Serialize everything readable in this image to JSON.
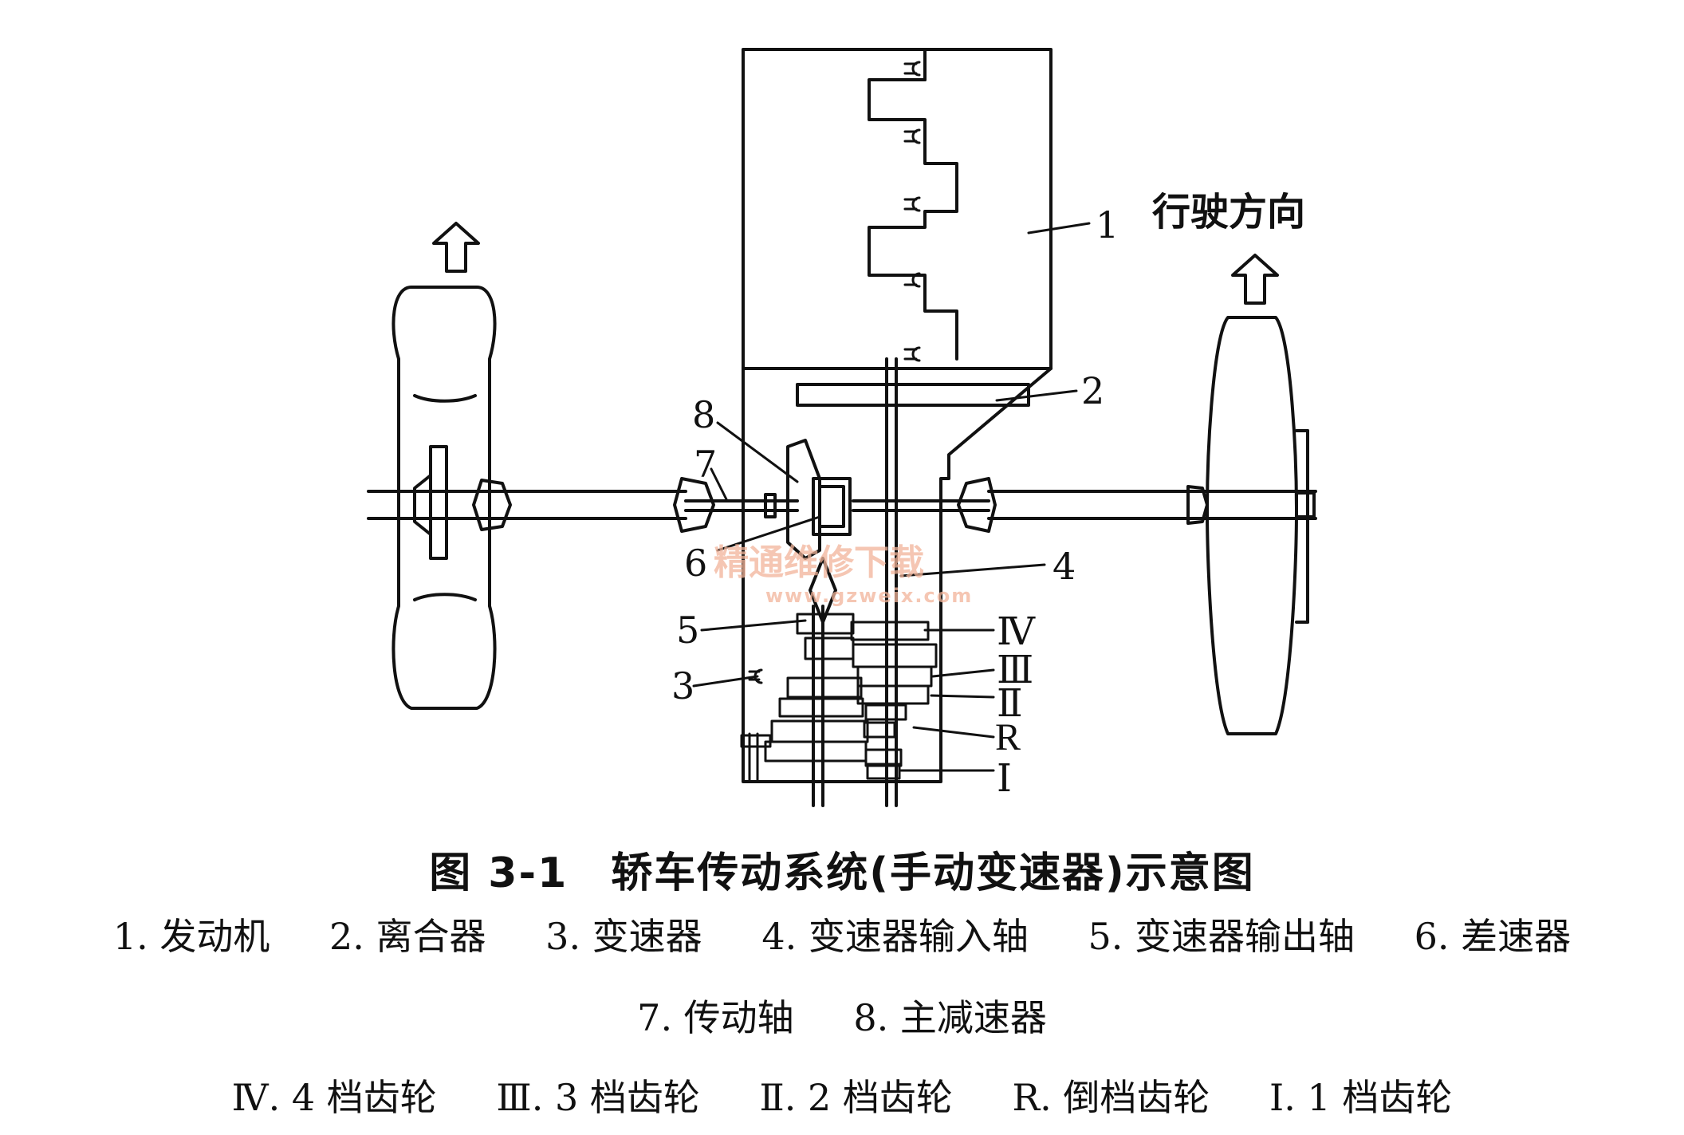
{
  "labels": {
    "c1": "1",
    "c2": "2",
    "c3": "3",
    "c4": "4",
    "c5": "5",
    "c6": "6",
    "c7": "7",
    "c8": "8",
    "g4": "Ⅳ",
    "g3": "Ⅲ",
    "g2": "Ⅱ",
    "gr": "R",
    "g1": "Ⅰ"
  },
  "direction_label": "行驶方向",
  "watermark": {
    "text": "精通维修下载",
    "url": "www.gzweix.com"
  },
  "figure_title": "图 3-1　轿车传动系统(手动变速器)示意图",
  "legend": {
    "row1": [
      "1. 发动机",
      "2. 离合器",
      "3. 变速器",
      "4. 变速器输入轴",
      "5. 变速器输出轴",
      "6. 差速器"
    ],
    "row2": [
      "7. 传动轴",
      "8. 主减速器"
    ],
    "row3": [
      "Ⅳ. 4 档齿轮",
      "Ⅲ. 3 档齿轮",
      "Ⅱ. 2 档齿轮",
      "R. 倒档齿轮",
      "Ⅰ. 1 档齿轮"
    ]
  }
}
